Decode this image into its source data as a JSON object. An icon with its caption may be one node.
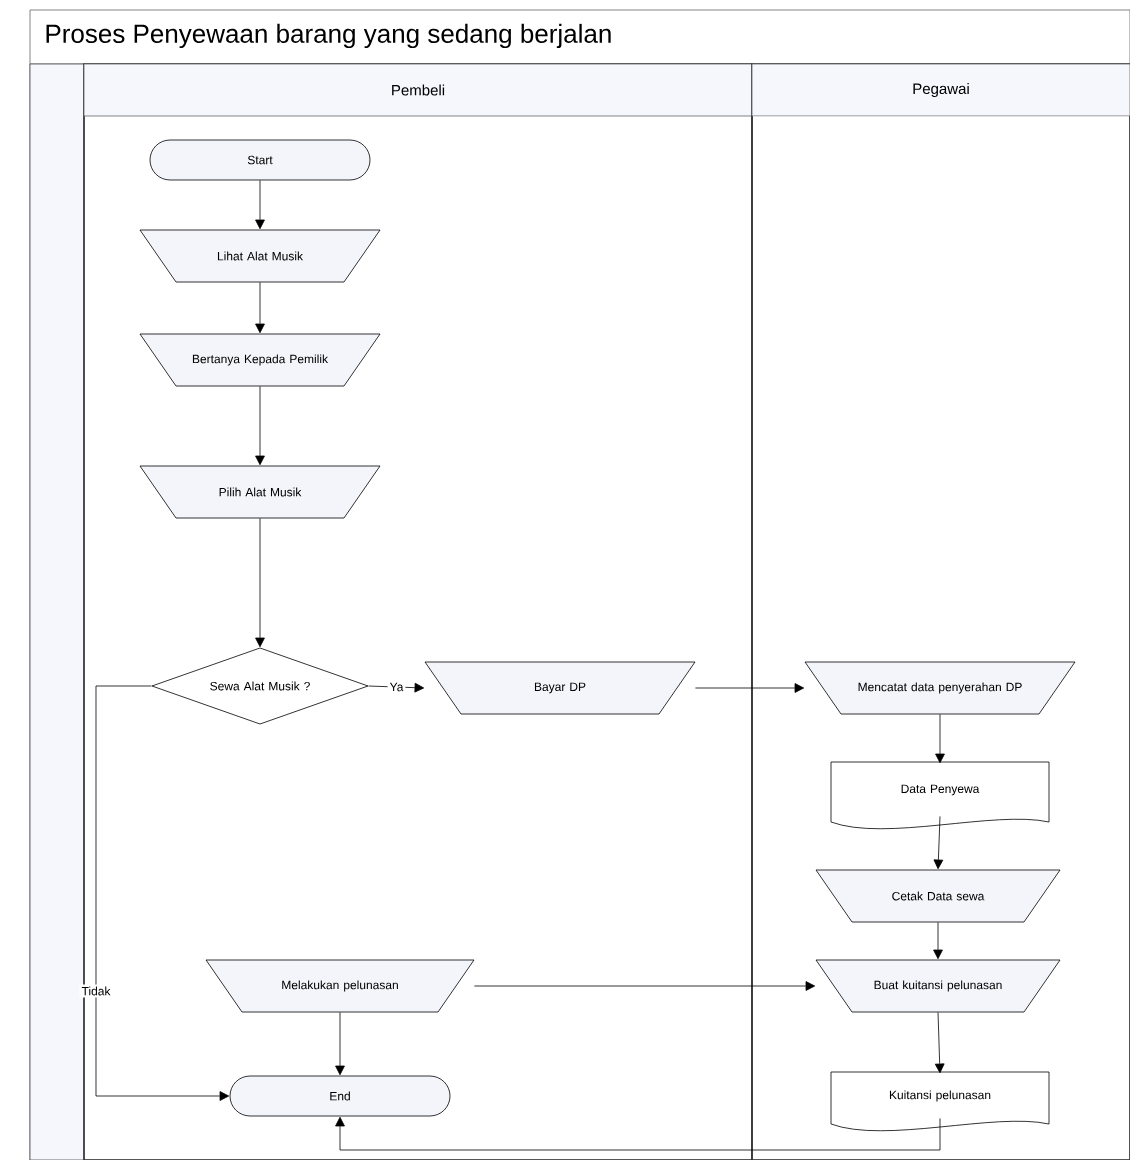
{
  "diagram": {
    "title": "Proses Penyewaan barang yang sedang berjalan",
    "nodes": [
      {
        "text": [
          "Pembeli"
        ]
      },
      {
        "text": [
          "Pegawai"
        ]
      },
      {
        "text": [
          "Start"
        ],
        "in": 0
      },
      {
        "text": [
          "Lihat Alat Musik"
        ],
        "in": 0
      },
      {
        "text": [
          "Bertanya Kepada Pemilik"
        ],
        "in": 0
      },
      {
        "text": [
          "Pilih Alat Musik"
        ],
        "in": 0
      },
      {
        "text": [
          "Sewa Alat Musik ?"
        ],
        "in": 0
      },
      {
        "text": [
          "Bayar DP"
        ],
        "in": 0
      },
      {
        "text": [
          "Mencatat data penyerahan DP"
        ],
        "in": 1
      },
      {
        "text": [
          "Data Penyewa"
        ],
        "in": 1
      },
      {
        "text": [
          "Cetak Data sewa"
        ],
        "in": 1
      },
      {
        "text": [
          "Buat kuitansi pelunasan"
        ],
        "in": 1
      },
      {
        "text": [
          "Kuitansi pelunasan"
        ],
        "in": 1
      },
      {
        "text": [
          "Melakukan pelunasan"
        ],
        "in": 0
      },
      {
        "text": [
          "End"
        ],
        "in": 0
      }
    ],
    "edges": [
      {
        "from": 2,
        "to": 3,
        "arrow": "to"
      },
      {
        "from": 3,
        "to": 4,
        "arrow": "to"
      },
      {
        "from": 4,
        "to": 5,
        "arrow": "to"
      },
      {
        "from": 5,
        "to": 6,
        "arrow": "to"
      },
      {
        "from": 6,
        "to": 7,
        "arrow": "to",
        "label": "Ya"
      },
      {
        "from": 7,
        "to": 8,
        "arrow": "to"
      },
      {
        "from": 8,
        "to": 9,
        "arrow": "to"
      },
      {
        "from": 9,
        "to": 10,
        "arrow": "to"
      },
      {
        "from": 10,
        "to": 11,
        "arrow": "to"
      },
      {
        "from": 11,
        "to": 12,
        "arrow": "to"
      },
      {
        "from": 13,
        "to": 11,
        "arrow": "to"
      },
      {
        "from": 13,
        "to": 14,
        "arrow": "to"
      },
      {
        "from": 6,
        "to": 14,
        "arrow": "to",
        "label": "Tidak"
      },
      {
        "from": 12,
        "to": 14,
        "arrow": "to"
      }
    ]
  }
}
